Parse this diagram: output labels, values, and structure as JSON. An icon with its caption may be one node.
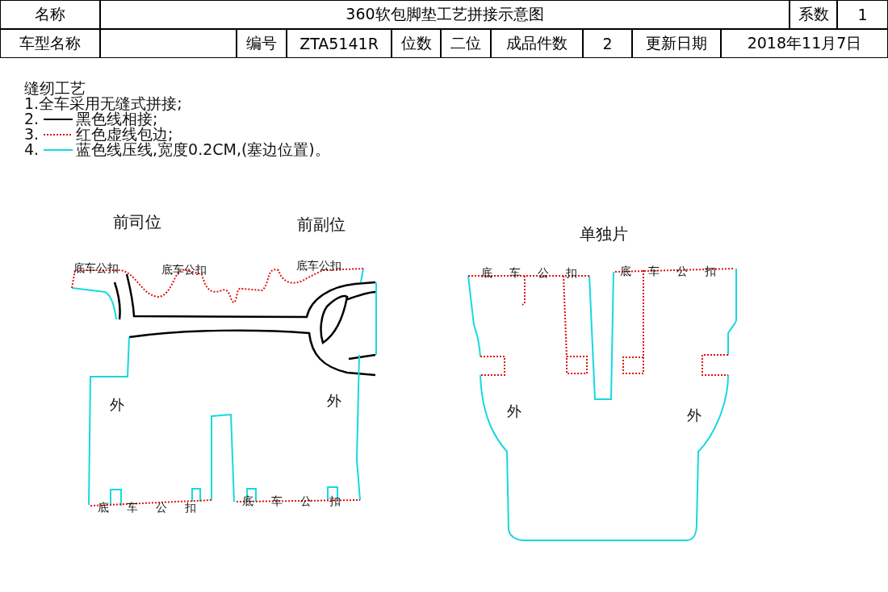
{
  "diagram": {
    "title": "360软包脚垫工艺拼接示意图",
    "labels": [
      "名称",
      "系数",
      "1",
      "车型名称",
      "编号",
      "ZTA5141R",
      "位数",
      "二位",
      "成品件数",
      "2",
      "更新日期",
      "2018年11月7日",
      "缝纫工艺",
      "1.全车采用无缝式拼接;",
      "2.",
      "3.",
      "4.",
      "前司位",
      "前副位",
      "单独片",
      "底车公扣",
      "底车公扣",
      "底车公扣",
      "底车公扣",
      "底车公扣",
      "外",
      "外",
      "外",
      "外",
      "底车公扣",
      "底车公扣"
    ],
    "legend": [
      {
        "text": "黑色线相接;"
      },
      {
        "text": "红色虚线包边;"
      },
      {
        "text": "蓝色线压线,宽度0.2CM,(塞边位置)。"
      }
    ]
  }
}
